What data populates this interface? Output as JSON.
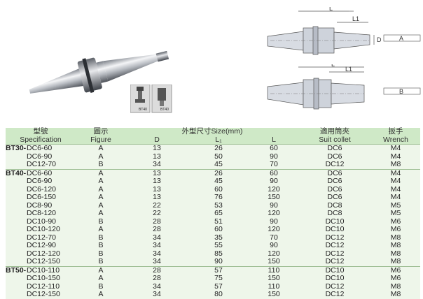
{
  "figure_labels": {
    "a": "A",
    "b": "B",
    "L": "L",
    "L1": "L1",
    "D": "D"
  },
  "thumbs": {
    "left": "BT40",
    "right": "BT40"
  },
  "header": {
    "model_cn": "型號",
    "model_en": "Specification",
    "figure_cn": "圖示",
    "figure_en": "Figure",
    "dims_title": "外型尺寸Size(mm)",
    "d": "D",
    "l1": "L₁",
    "l": "L",
    "collet_cn": "適用筒夾",
    "collet_en": "Suit collet",
    "wrench_cn": "扳手",
    "wrench_en": "Wrench"
  },
  "rows": [
    {
      "series": "BT30-",
      "spec": "DC6-60",
      "fig": "A",
      "d": "13",
      "l1": "26",
      "l": "60",
      "collet": "DC6",
      "wrench": "M4"
    },
    {
      "series": "",
      "spec": "DC6-90",
      "fig": "A",
      "d": "13",
      "l1": "50",
      "l": "90",
      "collet": "DC6",
      "wrench": "M4"
    },
    {
      "series": "",
      "spec": "DC12-70",
      "fig": "B",
      "d": "34",
      "l1": "45",
      "l": "70",
      "collet": "DC12",
      "wrench": "M8"
    },
    {
      "series": "BT40-",
      "spec": "DC6-60",
      "fig": "A",
      "d": "13",
      "l1": "26",
      "l": "60",
      "collet": "DC6",
      "wrench": "M4"
    },
    {
      "series": "",
      "spec": "DC6-90",
      "fig": "A",
      "d": "13",
      "l1": "45",
      "l": "90",
      "collet": "DC6",
      "wrench": "M4"
    },
    {
      "series": "",
      "spec": "DC6-120",
      "fig": "A",
      "d": "13",
      "l1": "60",
      "l": "120",
      "collet": "DC6",
      "wrench": "M4"
    },
    {
      "series": "",
      "spec": "DC6-150",
      "fig": "A",
      "d": "13",
      "l1": "76",
      "l": "150",
      "collet": "DC6",
      "wrench": "M4"
    },
    {
      "series": "",
      "spec": "DC8-90",
      "fig": "A",
      "d": "22",
      "l1": "53",
      "l": "90",
      "collet": "DC8",
      "wrench": "M5"
    },
    {
      "series": "",
      "spec": "DC8-120",
      "fig": "A",
      "d": "22",
      "l1": "65",
      "l": "120",
      "collet": "DC8",
      "wrench": "M5"
    },
    {
      "series": "",
      "spec": "DC10-90",
      "fig": "B",
      "d": "28",
      "l1": "51",
      "l": "90",
      "collet": "DC10",
      "wrench": "M6"
    },
    {
      "series": "",
      "spec": "DC10-120",
      "fig": "A",
      "d": "28",
      "l1": "60",
      "l": "120",
      "collet": "DC10",
      "wrench": "M6"
    },
    {
      "series": "",
      "spec": "DC12-70",
      "fig": "B",
      "d": "34",
      "l1": "35",
      "l": "70",
      "collet": "DC12",
      "wrench": "M8"
    },
    {
      "series": "",
      "spec": "DC12-90",
      "fig": "B",
      "d": "34",
      "l1": "55",
      "l": "90",
      "collet": "DC12",
      "wrench": "M8"
    },
    {
      "series": "",
      "spec": "DC12-120",
      "fig": "B",
      "d": "34",
      "l1": "85",
      "l": "120",
      "collet": "DC12",
      "wrench": "M8"
    },
    {
      "series": "",
      "spec": "DC12-150",
      "fig": "B",
      "d": "34",
      "l1": "90",
      "l": "150",
      "collet": "DC12",
      "wrench": "M8"
    },
    {
      "series": "BT50-",
      "spec": "DC10-110",
      "fig": "A",
      "d": "28",
      "l1": "57",
      "l": "110",
      "collet": "DC10",
      "wrench": "M6"
    },
    {
      "series": "",
      "spec": "DC10-150",
      "fig": "A",
      "d": "28",
      "l1": "75",
      "l": "150",
      "collet": "DC10",
      "wrench": "M6"
    },
    {
      "series": "",
      "spec": "DC12-110",
      "fig": "B",
      "d": "34",
      "l1": "57",
      "l": "110",
      "collet": "DC12",
      "wrench": "M8"
    },
    {
      "series": "",
      "spec": "DC12-150",
      "fig": "A",
      "d": "34",
      "l1": "80",
      "l": "150",
      "collet": "DC12",
      "wrench": "M8"
    }
  ]
}
